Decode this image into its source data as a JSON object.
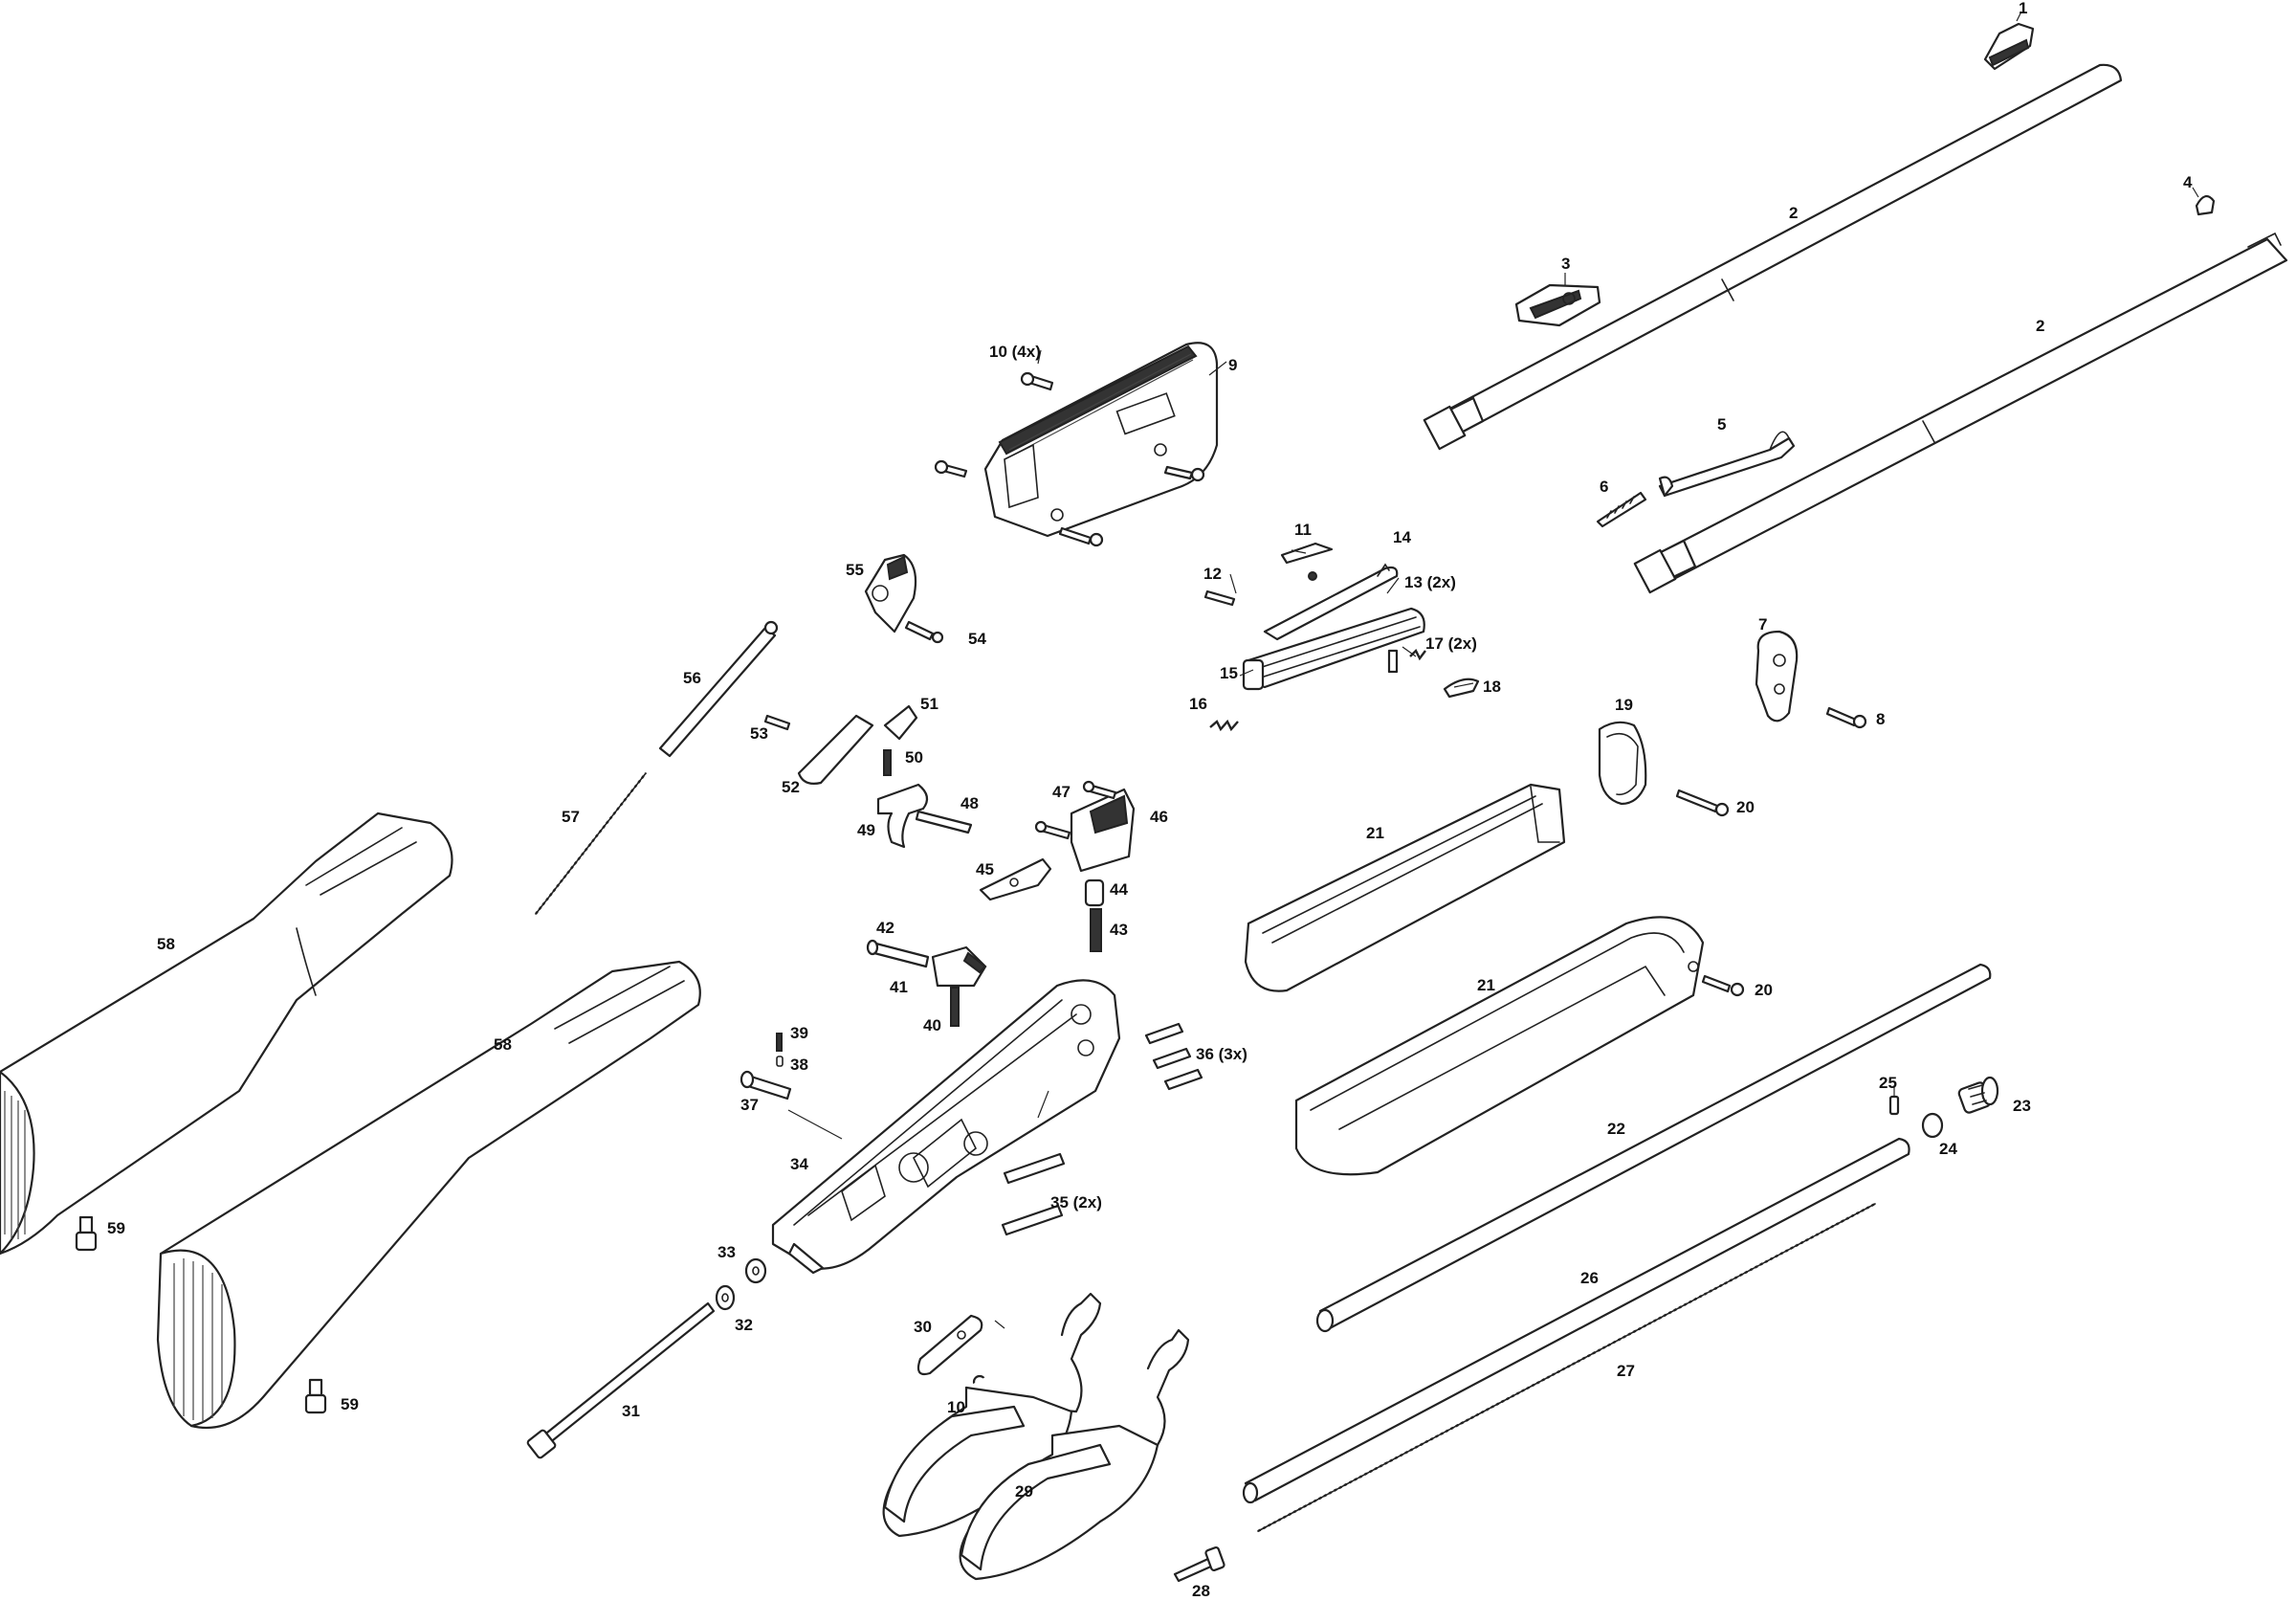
{
  "callouts": {
    "c1": "1",
    "c2a": "2",
    "c2b": "2",
    "c3": "3",
    "c4": "4",
    "c5": "5",
    "c6": "6",
    "c7": "7",
    "c8": "8",
    "c9": "9",
    "c10a": "10 (4x)",
    "c10b": "10",
    "c11": "11",
    "c12": "12",
    "c13": "13 (2x)",
    "c14": "14",
    "c15": "15",
    "c16": "16",
    "c17": "17 (2x)",
    "c18": "18",
    "c19": "19",
    "c20a": "20",
    "c20b": "20",
    "c21a": "21",
    "c21b": "21",
    "c22": "22",
    "c23": "23",
    "c24": "24",
    "c25": "25",
    "c26": "26",
    "c27": "27",
    "c28": "28",
    "c29": "29",
    "c30": "30",
    "c31": "31",
    "c32": "32",
    "c33": "33",
    "c34": "34",
    "c35": "35 (2x)",
    "c36": "36 (3x)",
    "c37": "37",
    "c38": "38",
    "c39": "39",
    "c40": "40",
    "c41": "41",
    "c42": "42",
    "c43": "43",
    "c44": "44",
    "c45": "45",
    "c46": "46",
    "c47": "47",
    "c48": "48",
    "c49": "49",
    "c50": "50",
    "c51": "51",
    "c52": "52",
    "c53": "53",
    "c54": "54",
    "c55": "55",
    "c56": "56",
    "c57": "57",
    "c58a": "58",
    "c58b": "58",
    "c59a": "59",
    "c59b": "59"
  }
}
